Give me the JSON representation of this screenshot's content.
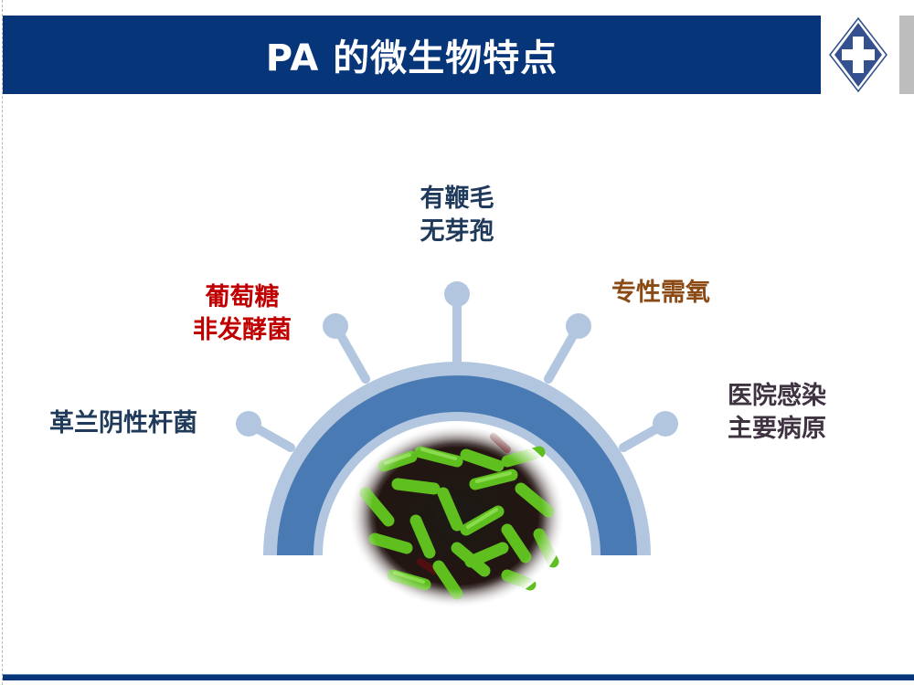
{
  "slide": {
    "title": "PA 的微生物特点",
    "logo_icon": "hospital-cross-diamond-icon",
    "colors": {
      "title_bar": "#06357a",
      "ring_light": "#b2c7df",
      "ring_dark": "#4a7ab3",
      "label_navy": "#1f3a5a",
      "label_red": "#c00000",
      "label_brown": "#8b4a14",
      "label_purple": "#3f3342"
    }
  },
  "features": [
    {
      "id": "gram",
      "lines": [
        "革兰阴性杆菌"
      ],
      "color": "#1f3a5a"
    },
    {
      "id": "glucose",
      "lines": [
        "葡萄糖",
        "非发酵菌"
      ],
      "color": "#c00000"
    },
    {
      "id": "flagella",
      "lines": [
        "有鞭毛",
        "无芽孢"
      ],
      "color": "#1f3a5a"
    },
    {
      "id": "aerobic",
      "lines": [
        "专性需氧"
      ],
      "color": "#8b4a14"
    },
    {
      "id": "nosocomial",
      "lines": [
        "医院感染",
        "主要病原"
      ],
      "color": "#3f3342"
    }
  ],
  "image": {
    "subject": "bacteria-micrograph",
    "alt": "绿色杆菌显微图"
  }
}
